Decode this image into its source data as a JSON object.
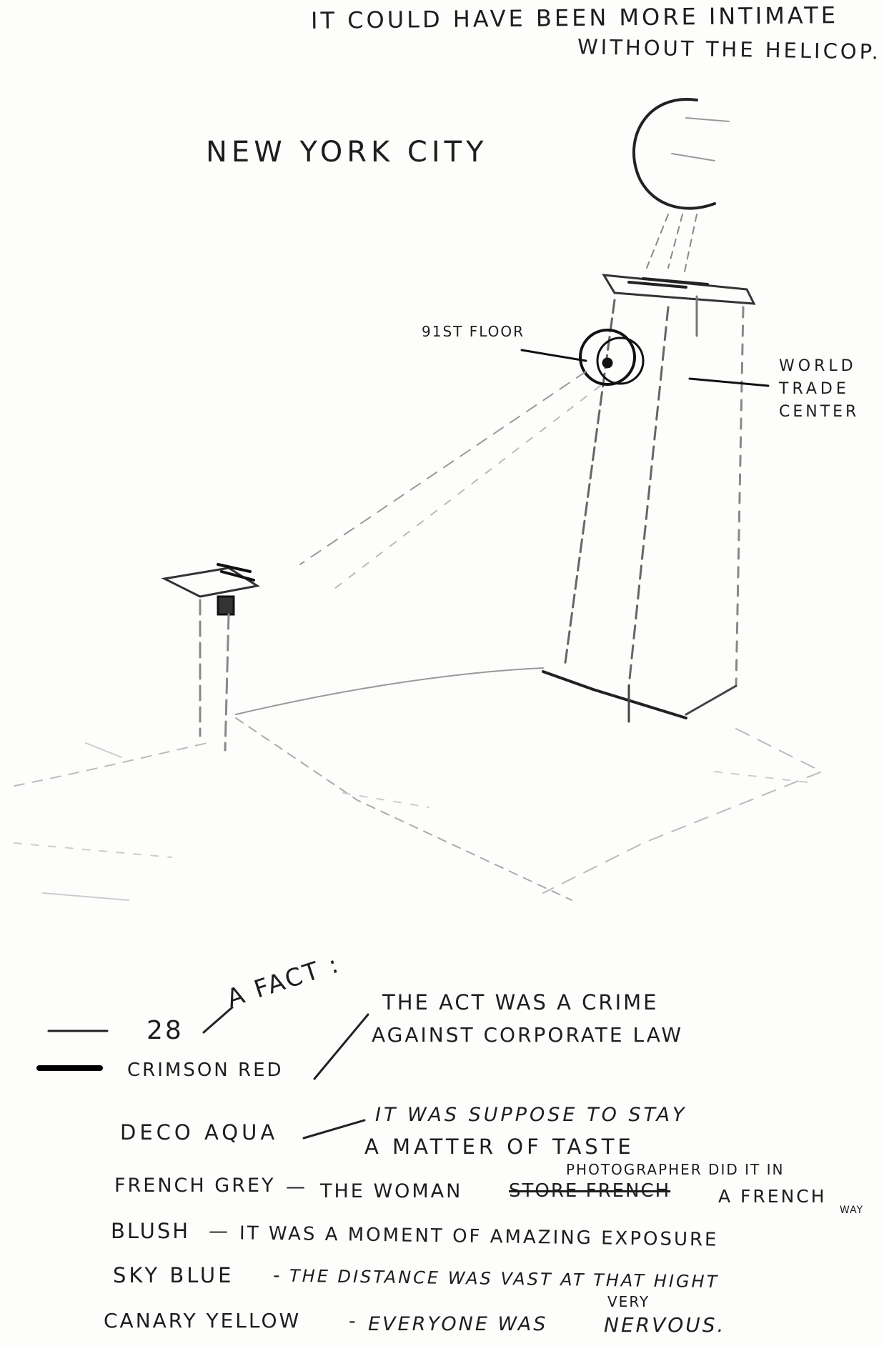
{
  "header": {
    "line1": "IT COULD HAVE BEEN MORE INTIMATE",
    "line2": "WITHOUT THE HELICOP."
  },
  "sketch": {
    "city": "NEW YORK CITY",
    "floor_label": "91ST FLOOR",
    "wtc_line1": "WORLD",
    "wtc_line2": "TRADE",
    "wtc_line3": "CENTER"
  },
  "legend": {
    "fact": "A FACT :",
    "thin_value": "28",
    "thick_value": "CRIMSON RED",
    "crime_line1": "THE ACT WAS A CRIME",
    "crime_line2": "AGAINST CORPORATE LAW"
  },
  "notes": [
    {
      "color": "DECO AQUA",
      "text1": "IT WAS SUPPOSE TO STAY",
      "text2": "A MATTER OF TASTE"
    },
    {
      "color": "FRENCH GREY",
      "lead": "THE WOMAN",
      "struck": "STORE FRENCH",
      "above": "PHOTOGRAPHER DID IT IN",
      "tail": "A FRENCH",
      "tail2": "WAY"
    },
    {
      "color": "BLUSH",
      "text1": "IT WAS A MOMENT OF AMAZING EXPOSURE"
    },
    {
      "color": "SKY BLUE",
      "text1": "THE DISTANCE WAS VAST AT THAT HIGHT"
    },
    {
      "color": "CANARY YELLOW",
      "text1": "EVERYONE WAS",
      "insert": "VERY",
      "text2": "NERVOUS."
    }
  ]
}
